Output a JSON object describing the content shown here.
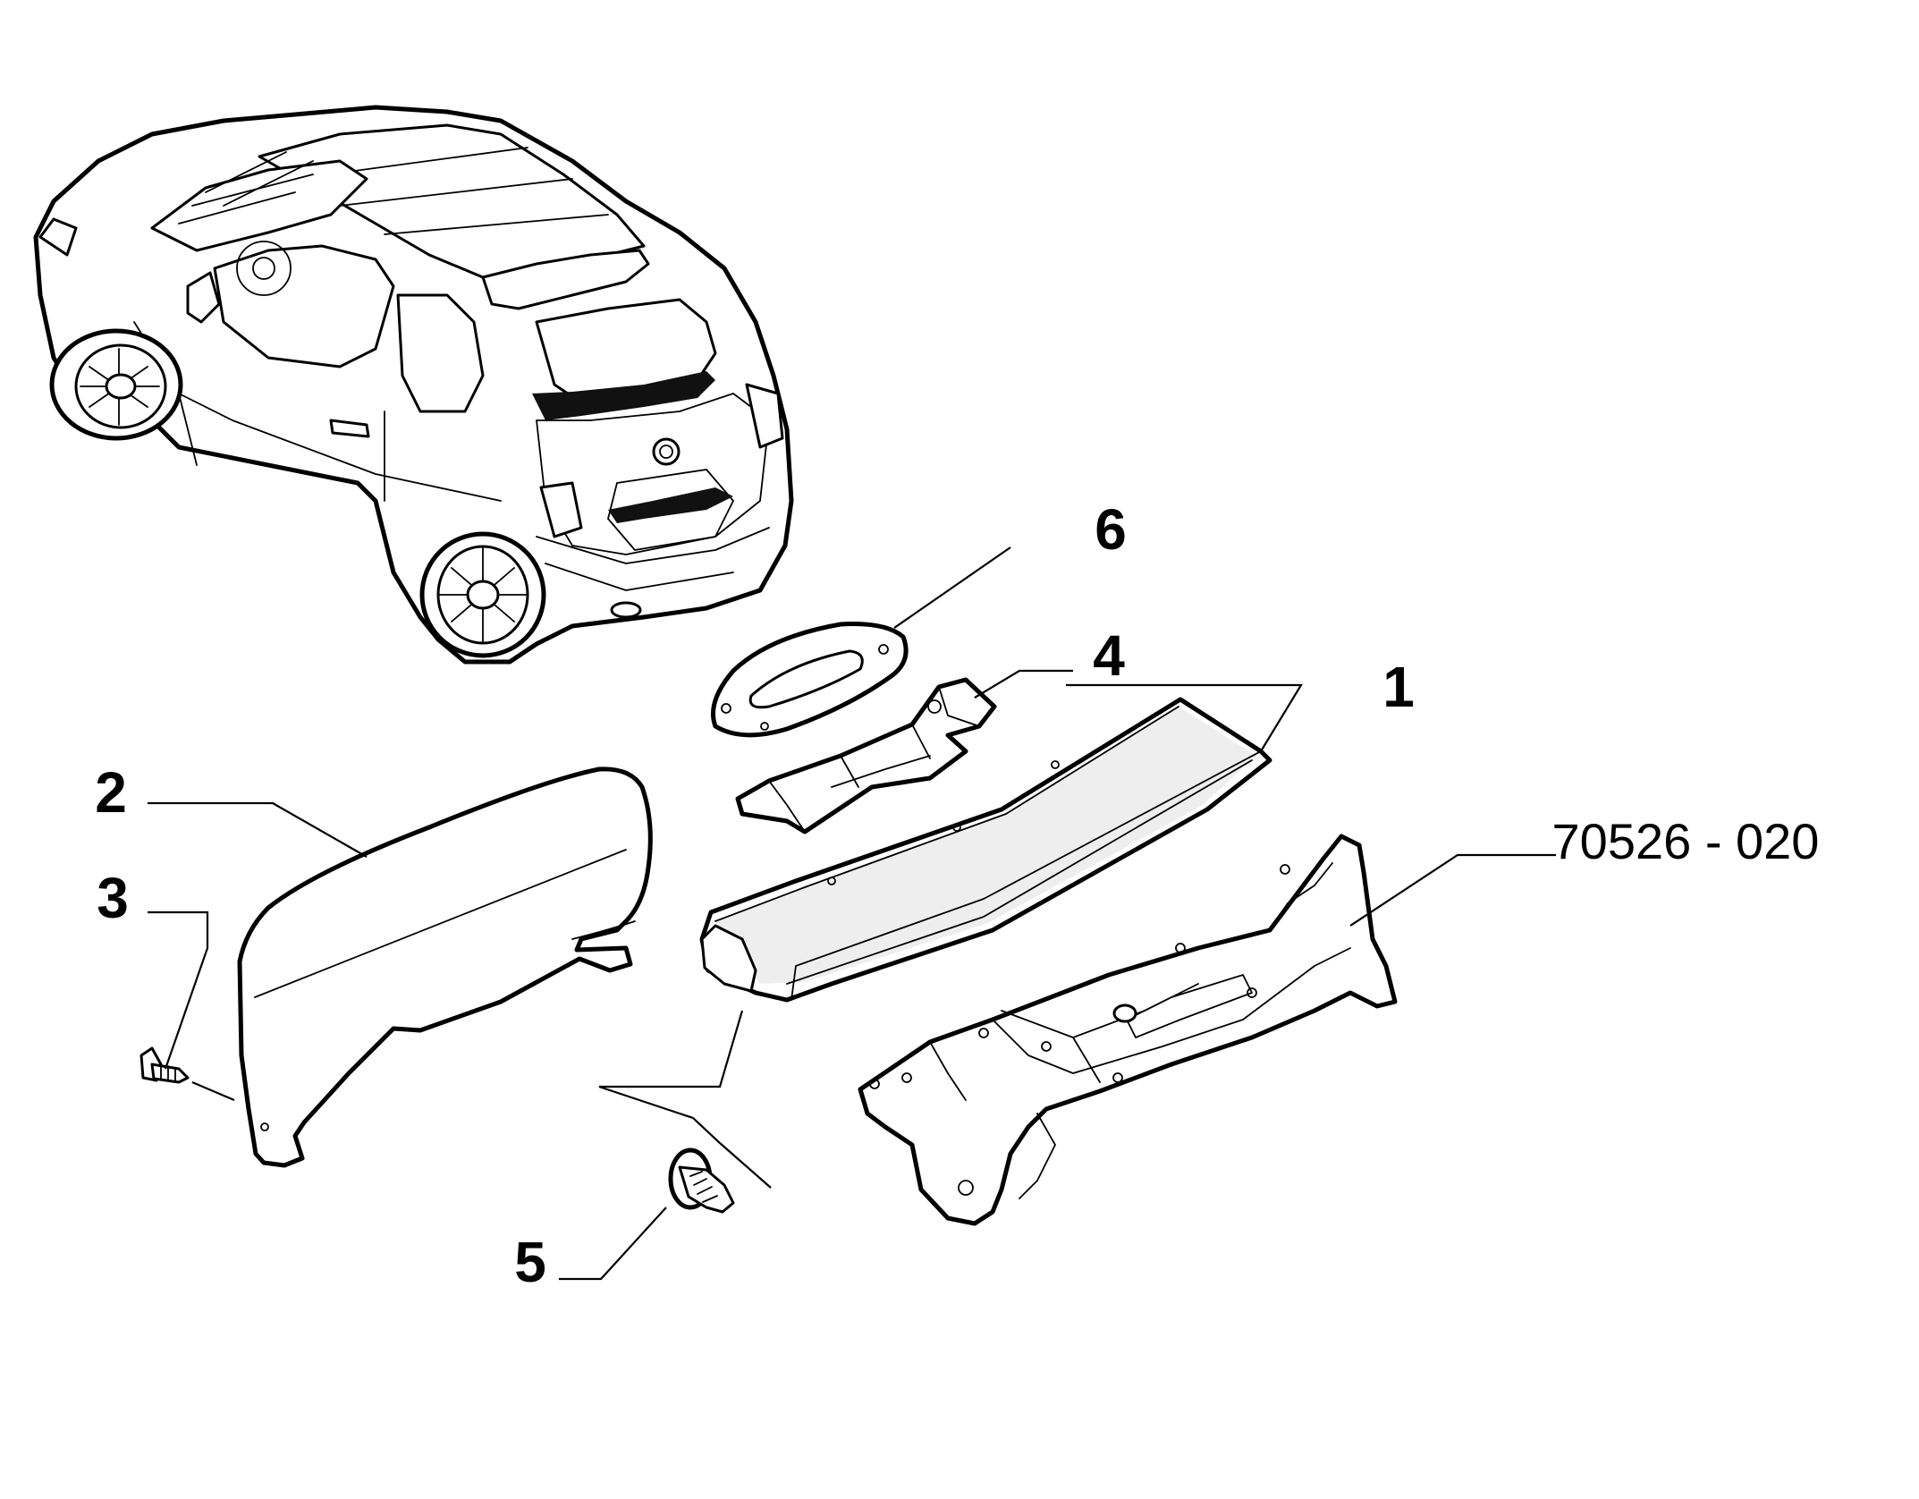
{
  "diagram": {
    "callouts": [
      {
        "id": "1",
        "label": "1"
      },
      {
        "id": "2",
        "label": "2"
      },
      {
        "id": "3",
        "label": "3"
      },
      {
        "id": "4",
        "label": "4"
      },
      {
        "id": "5",
        "label": "5"
      },
      {
        "id": "6",
        "label": "6"
      }
    ],
    "drawing_code": "70526 - 020"
  }
}
